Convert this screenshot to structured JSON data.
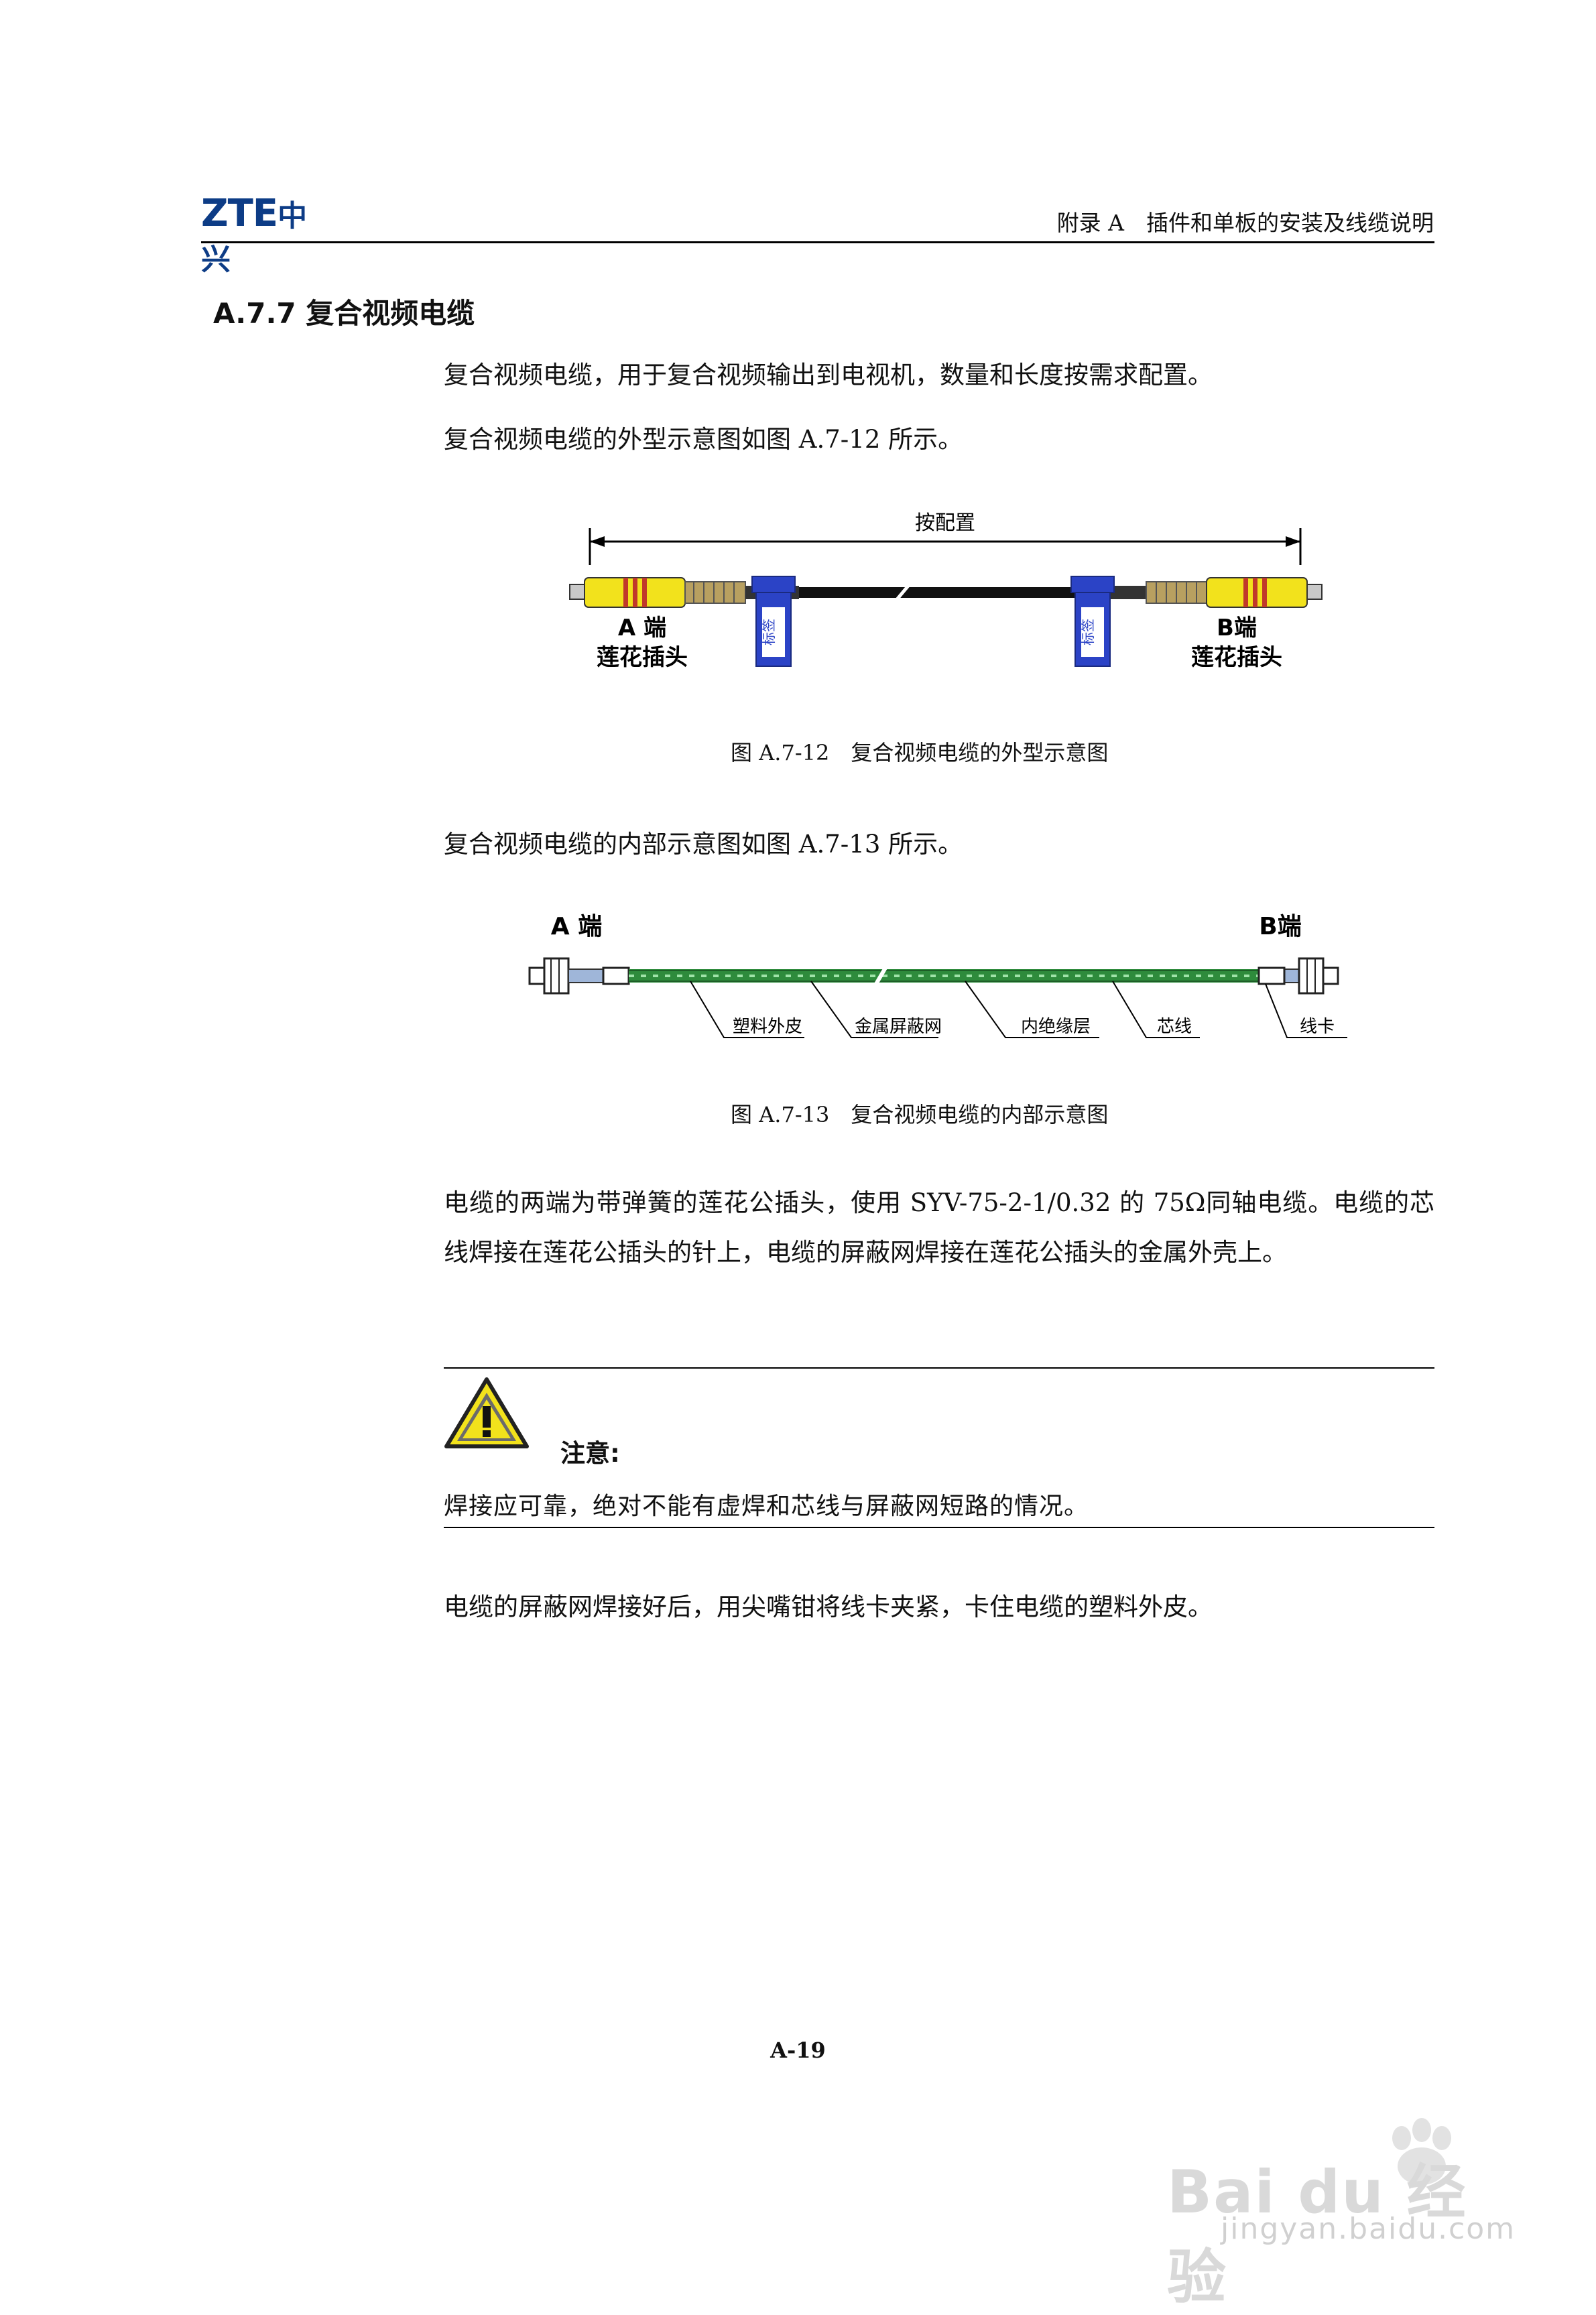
{
  "header": {
    "logo_latin": "ZTE",
    "logo_cn": "中兴",
    "chapter": "附录 A　插件和单板的安装及线缆说明"
  },
  "section": {
    "title": "A.7.7 复合视频电缆"
  },
  "paragraphs": {
    "intro": "复合视频电缆，用于复合视频输出到电视机，数量和长度按需求配置。",
    "fig12_ref": "复合视频电缆的外型示意图如图 A.7-12 所示。",
    "fig13_ref": "复合视频电缆的内部示意图如图 A.7-13 所示。",
    "description": "电缆的两端为带弹簧的莲花公插头，使用 SYV-75-2-1/0.32 的 75Ω同轴电缆。电缆的芯线焊接在莲花公插头的针上，电缆的屏蔽网焊接在莲花公插头的金属外壳上。",
    "final": "电缆的屏蔽网焊接好后，用尖嘴钳将线卡夹紧，卡住电缆的塑料外皮。"
  },
  "figure12": {
    "length_label": "按配置",
    "end_a": "A 端",
    "end_a_sub": "莲花插头",
    "end_b": "B端",
    "end_b_sub": "莲花插头",
    "tag_label": "标签",
    "caption": "图 A.7-12　复合视频电缆的外型示意图",
    "colors": {
      "plug": "#f2e21c",
      "band": "#c0392b",
      "tag": "#2b43c6",
      "cable": "#111111"
    }
  },
  "figure13": {
    "end_a": "A 端",
    "end_b": "B端",
    "labels": [
      "塑料外皮",
      "金属屏蔽网",
      "内绝缘层",
      "芯线",
      "线卡"
    ],
    "caption": "图 A.7-13　复合视频电缆的内部示意图",
    "colors": {
      "cable": "#2e8b3c"
    }
  },
  "note": {
    "icon": "warning-triangle-icon",
    "label": "注意:",
    "text": "焊接应可靠，绝对不能有虚焊和芯线与屏蔽网短路的情况。"
  },
  "footer": {
    "page_number": "A-19"
  },
  "watermark": {
    "brand": "Bai du 经验",
    "url": "jingyan.baidu.com"
  }
}
